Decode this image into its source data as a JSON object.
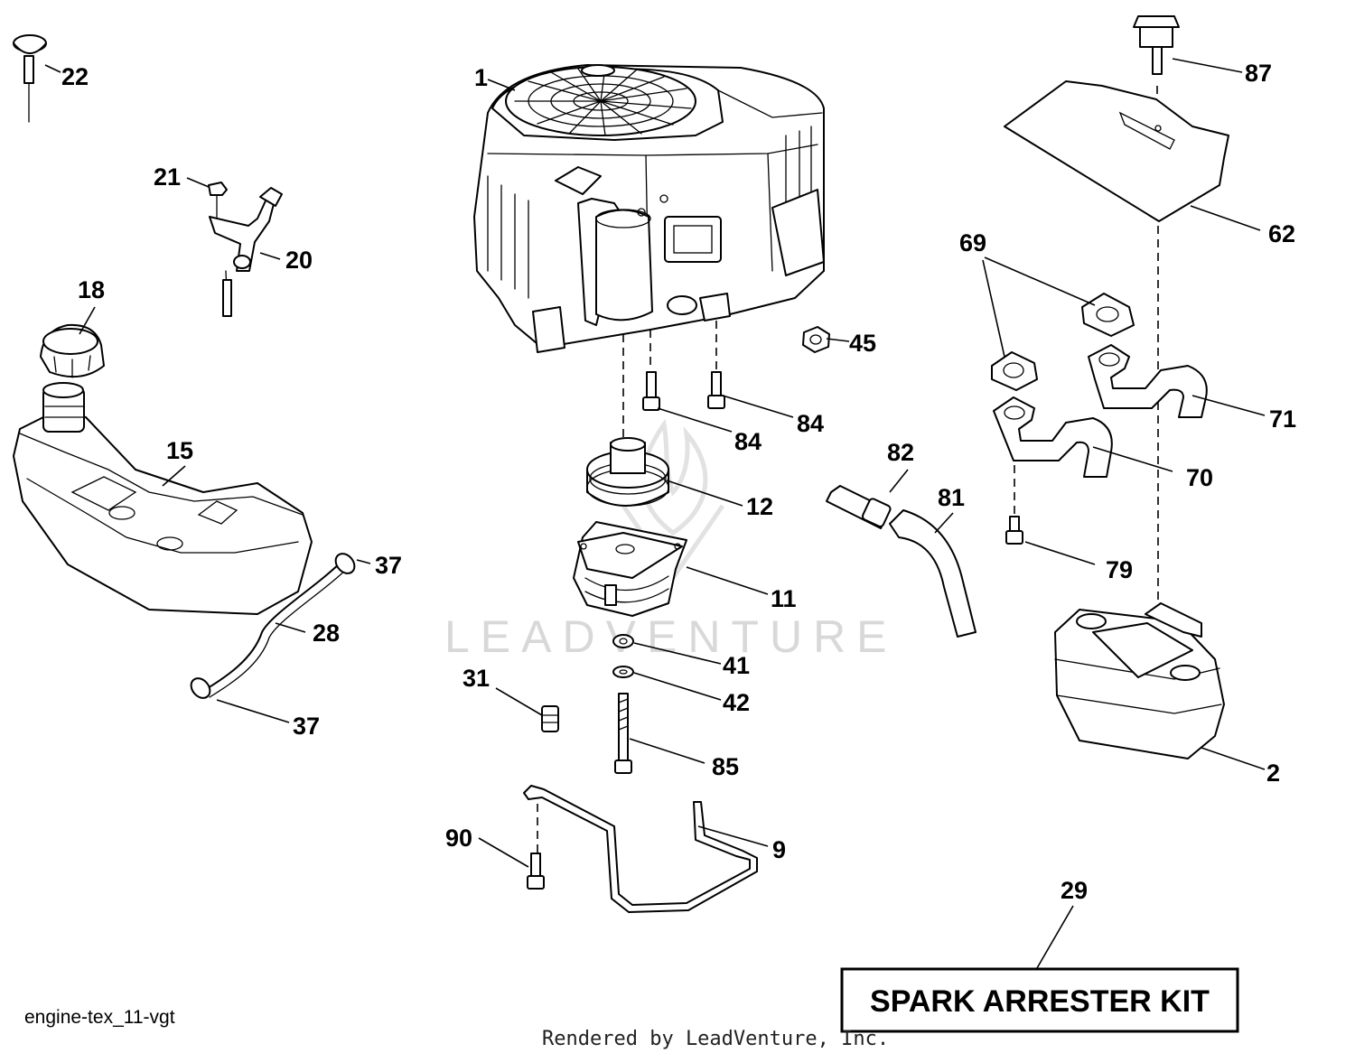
{
  "watermark": "LEADVENTURE",
  "figure_id": "engine-tex_11-vgt",
  "render_credit": "Rendered by LeadVenture, Inc.",
  "kit_label": "SPARK ARRESTER KIT",
  "labels": {
    "p1": "1",
    "p2": "2",
    "p9": "9",
    "p11": "11",
    "p12": "12",
    "p15": "15",
    "p18": "18",
    "p20": "20",
    "p21": "21",
    "p22": "22",
    "p28": "28",
    "p29": "29",
    "p31": "31",
    "p37a": "37",
    "p37b": "37",
    "p41": "41",
    "p42": "42",
    "p45": "45",
    "p62": "62",
    "p69": "69",
    "p70": "70",
    "p71": "71",
    "p79": "79",
    "p81": "81",
    "p82": "82",
    "p84a": "84",
    "p84b": "84",
    "p85": "85",
    "p87": "87",
    "p90": "90"
  }
}
